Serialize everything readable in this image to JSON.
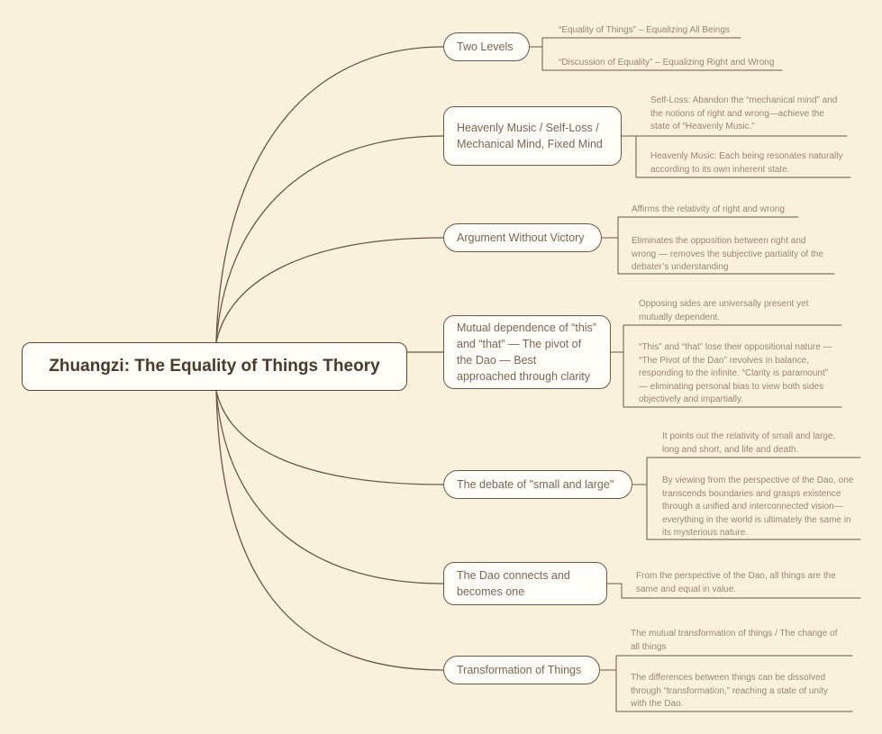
{
  "title": "Zhuangzi: The Equality of Things Theory",
  "branches": [
    {
      "label": "Two Levels",
      "notes": [
        "“Equality of Things” – Equalizing All Beings",
        "“Discussion of Equality” – Equalizing Right and Wrong"
      ]
    },
    {
      "label": "Heavenly Music / Self-Loss / Mechanical Mind, Fixed Mind",
      "notes": [
        "Self-Loss: Abandon the “mechanical mind” and the notions of right and wrong—achieve the state of “Heavenly Music.”",
        "Heavenly Music: Each being resonates naturally according to its own inherent state."
      ]
    },
    {
      "label": "Argument Without Victory",
      "notes": [
        "Affirms the relativity of right and wrong",
        "Eliminates the opposition between right and wrong — removes the subjective partiality of the debater’s understanding"
      ]
    },
    {
      "label": "Mutual dependence of “this” and “that” — The pivot of the Dao — Best approached through clarity",
      "notes": [
        "Opposing sides are universally present yet mutually dependent.",
        "“This” and “that” lose their oppositional nature — “The Pivot of the Dao” revolves in balance, responding to the infinite. “Clarity is paramount” — eliminating personal bias to view both sides objectively and impartially."
      ]
    },
    {
      "label": "The debate of \"small and large\"",
      "notes": [
        "It points out the relativity of small and large, long and short, and life and death.",
        "By viewing from the perspective of the Dao, one transcends boundaries and grasps existence through a unified and interconnected vision—everything in the world is ultimately the same in its mysterious nature."
      ]
    },
    {
      "label": "The Dao connects and becomes one",
      "notes": [
        "From the perspective of the Dao, all things are the same and equal in value."
      ]
    },
    {
      "label": "Transformation of Things",
      "notes": [
        "The mutual transformation of things / The change of all things",
        "The differences between things can be dissolved through “transformation,” reaching a state of unity with the Dao."
      ]
    }
  ],
  "colors": {
    "background": "#faf1dc",
    "line": "#6b5747",
    "title_text": "#4a3a2c",
    "topic_text": "#7a6656",
    "note_text": "#9a8574"
  }
}
